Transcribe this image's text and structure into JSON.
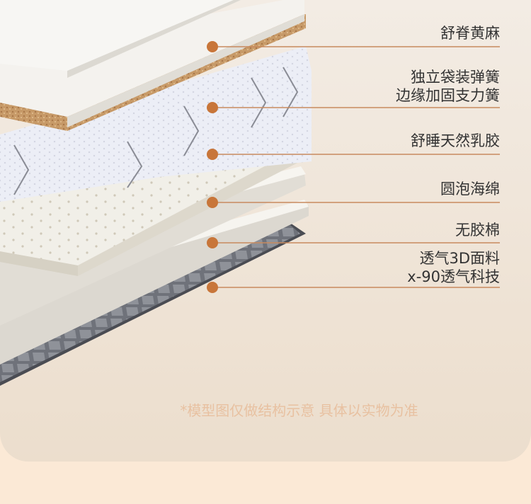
{
  "layers": [
    {
      "id": "spine",
      "label": "舒脊黄麻"
    },
    {
      "id": "spring",
      "label_line1": "独立袋装弹簧",
      "label_line2": "边缘加固支力簧"
    },
    {
      "id": "latex",
      "label": "舒睡天然乳胶"
    },
    {
      "id": "foam",
      "label": "圆泡海绵"
    },
    {
      "id": "glue",
      "label": "无胶棉"
    },
    {
      "id": "fabric",
      "label_line1": "透气3D面料",
      "label_line2": "x-90透气科技"
    }
  ],
  "disclaimer": "*模型图仅做结构示意 具体以实物为准",
  "colors": {
    "accent_dot": "#c8763a",
    "leader_line": "#c88a5e",
    "label_text": "#333333",
    "note_text": "#e8c1a1",
    "background": "#fbe9d6"
  }
}
